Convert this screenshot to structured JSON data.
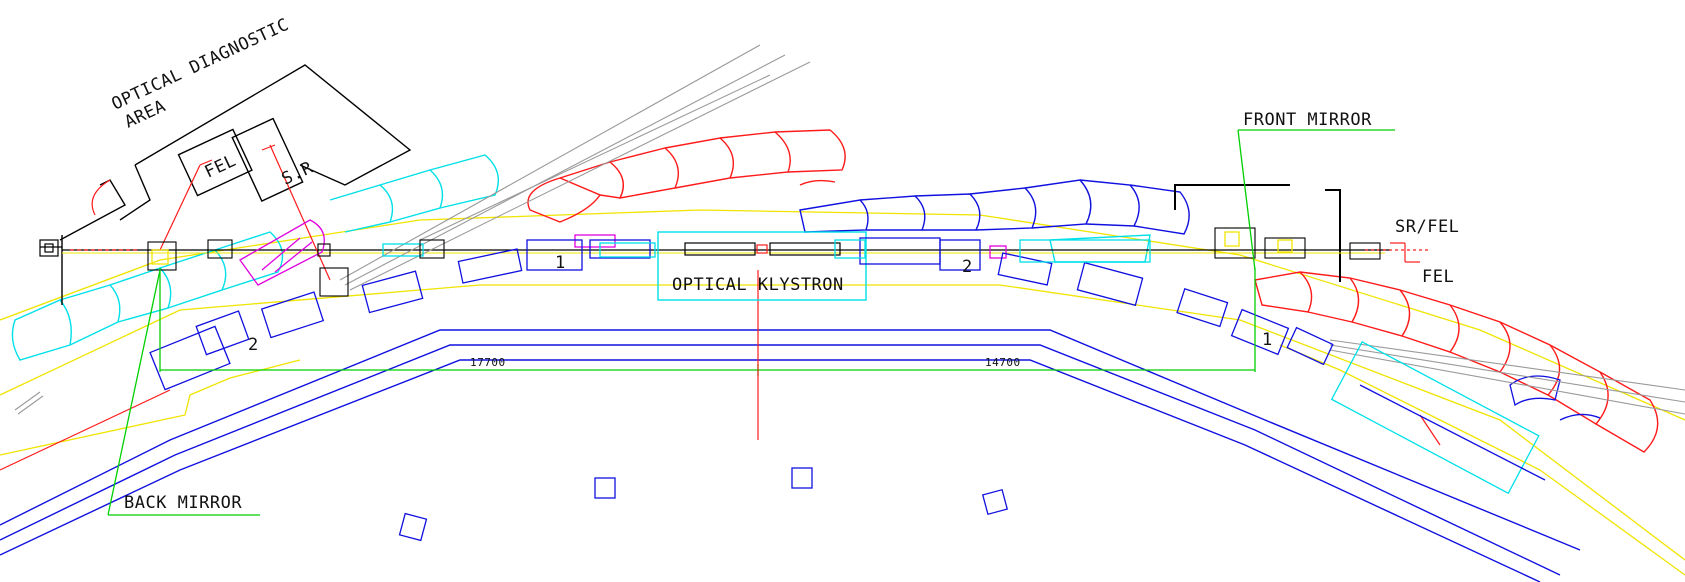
{
  "labels": {
    "optical_diagnostic_1": "OPTICAL DIAGNOSTIC",
    "optical_diagnostic_2": "AREA",
    "fel_box": "FEL",
    "sr_box": "S.R",
    "front_mirror": "FRONT MIRROR",
    "back_mirror": "BACK MIRROR",
    "optical_klystron": "OPTICAL KLYSTRON",
    "section_1": "1",
    "section_2": "2",
    "section_2_lower": "2",
    "section_1_lower": "1",
    "sr_fel": "SR/FEL",
    "fel_right": "FEL"
  },
  "dimensions": {
    "left": "17700",
    "right": "14700"
  },
  "colors": {
    "blue": "#1010e0",
    "cyan": "#00e0e8",
    "red": "#ff1a1a",
    "yellow": "#f0e400",
    "green": "#00d000",
    "magenta": "#e000e0",
    "black": "#000000",
    "gray": "#9a9a9a"
  }
}
